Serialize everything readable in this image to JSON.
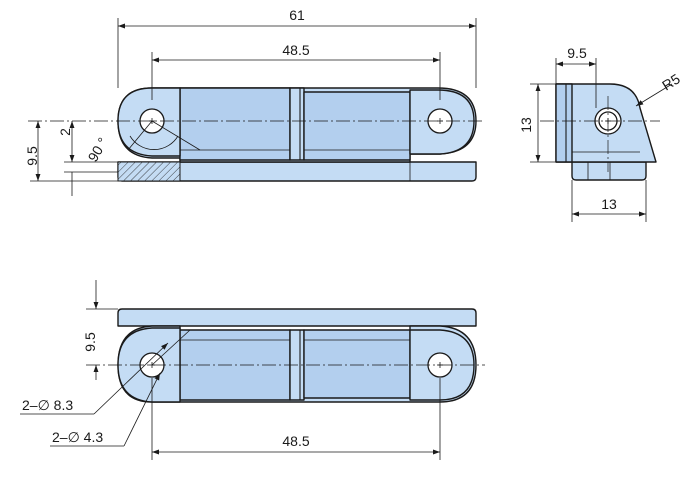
{
  "colors": {
    "part_fill": "#c4dcf4",
    "part_shadow": "#b3cfee",
    "line": "#1a1a1a",
    "background": "#ffffff"
  },
  "dimensions": {
    "overall_length": "61",
    "hole_spacing_top": "48.5",
    "height_left": "9.5",
    "step": "2",
    "angle": "90 °",
    "side_width": "9.5",
    "side_radius": "R5",
    "side_height": "13",
    "side_base": "13",
    "height_bottom": "9.5",
    "hole_large": "2–∅ 8.3",
    "hole_small": "2–∅ 4.3",
    "hole_spacing_bottom": "48.5"
  }
}
